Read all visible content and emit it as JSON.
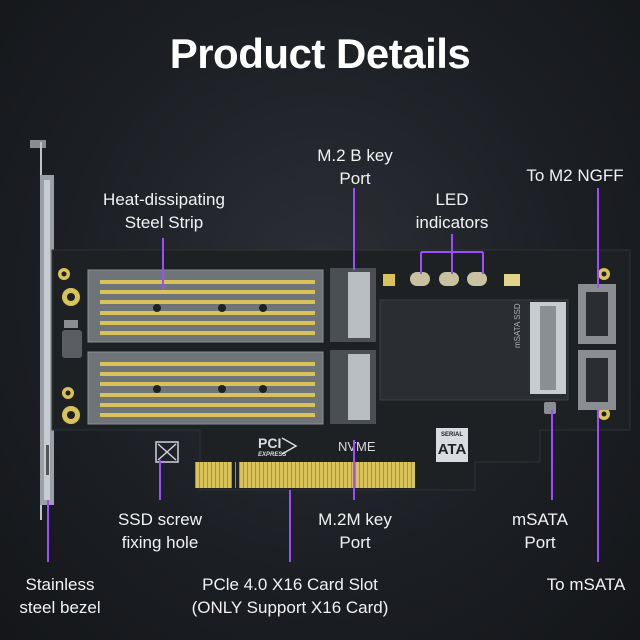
{
  "title": "Product Details",
  "labels": {
    "m2_b_key": [
      "M.2 B key",
      "Port"
    ],
    "to_m2_ngff": [
      "To M2 NGFF"
    ],
    "heat_strip": [
      "Heat-dissipating",
      "Steel Strip"
    ],
    "led": [
      "LED",
      "indicators"
    ],
    "ssd_screw": [
      "SSD screw",
      "fixing hole"
    ],
    "m2_m_key": [
      "M.2M key",
      "Port"
    ],
    "msata_port": [
      "mSATA",
      "Port"
    ],
    "bezel": [
      "Stainless",
      "steel bezel"
    ],
    "pcie_slot": [
      "PCle 4.0 X16 Card Slot",
      "(ONLY Support X16 Card)"
    ],
    "to_msata": [
      "To mSATA"
    ]
  },
  "board_text": {
    "pci_logo": "PCI",
    "pci_express": "EXPRESS",
    "nvme": "NVME",
    "sata_top": "SERIAL",
    "sata_main": "ATA",
    "msata_ssd": "mSATA SSD"
  },
  "colors": {
    "accent_line": "#9b4dff",
    "pcb": "#1e2124",
    "gold": "#d9c25a"
  }
}
